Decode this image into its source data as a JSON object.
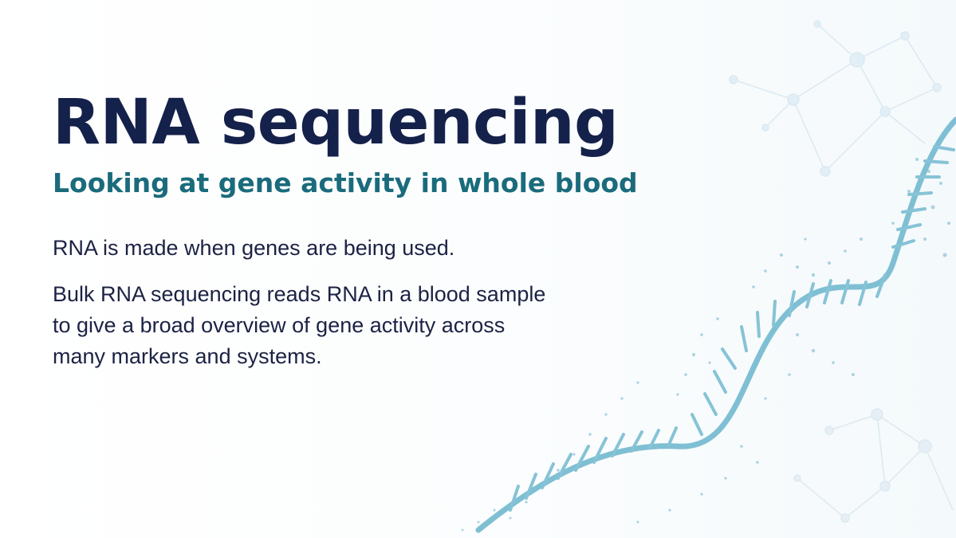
{
  "slide": {
    "title": "RNA sequencing",
    "subtitle": "Looking at gene activity in whole blood",
    "paragraph_1": "RNA is made when genes are being used.",
    "paragraph_2": "Bulk RNA sequencing reads RNA in a blood sample to give a broad overview of gene activity across many markers and systems."
  },
  "colors": {
    "title": "#14214a",
    "subtitle": "#1a6b7c",
    "body": "#1c2244",
    "helix": "#7fbfd3",
    "network": "#d6e7f0"
  },
  "decor": {
    "icons": [
      "rna-helix-illustration",
      "molecular-network-illustration",
      "dot-particles"
    ]
  }
}
